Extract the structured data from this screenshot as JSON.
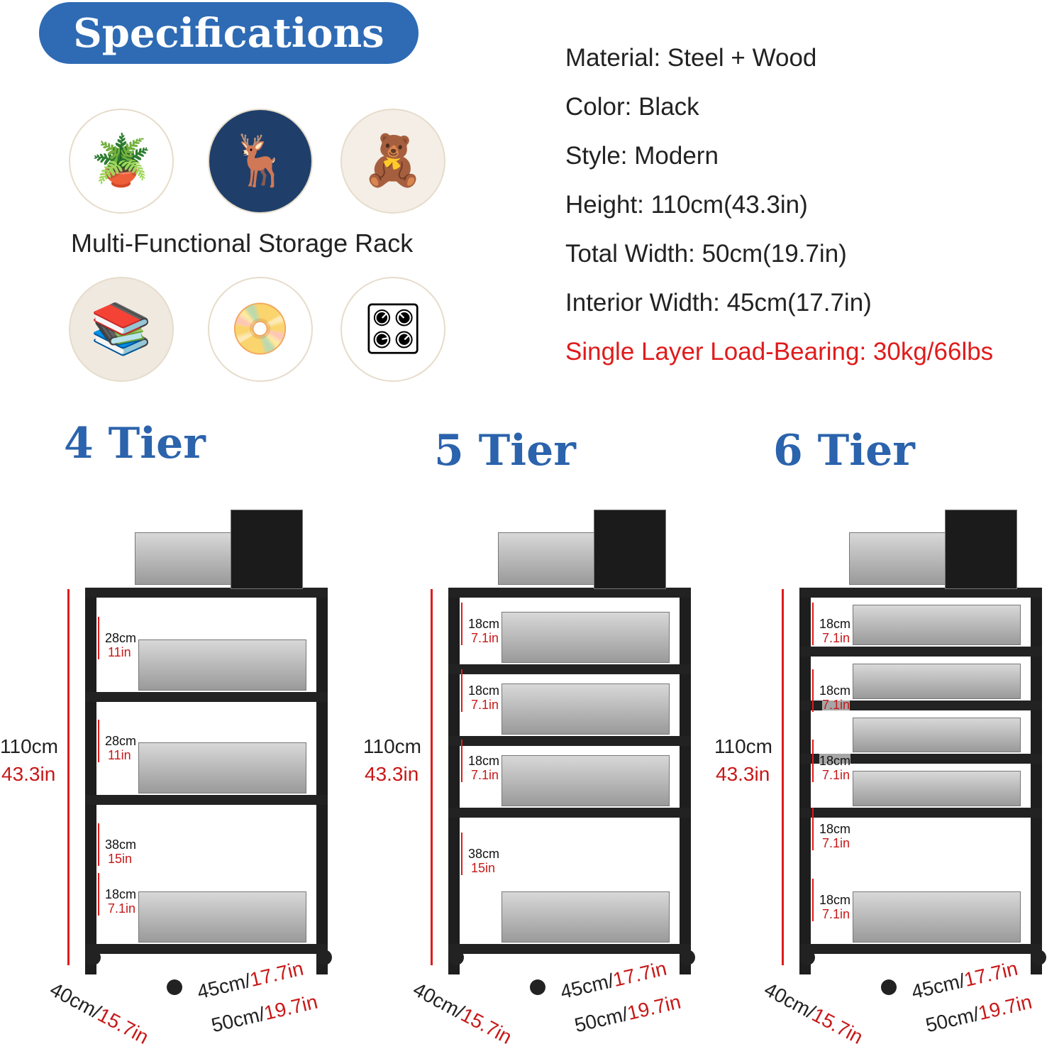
{
  "header": {
    "title": "Specifications"
  },
  "uses": {
    "caption": "Multi-Functional Storage Rack",
    "icons": [
      "plant-icon",
      "ornament-icon",
      "teddy-bear-icon",
      "books-icon",
      "cd-player-icon",
      "amplifier-icon"
    ]
  },
  "specs": [
    {
      "text": "Material: Steel + Wood"
    },
    {
      "text": "Color: Black"
    },
    {
      "text": "Style: Modern"
    },
    {
      "text": "Height: 110cm(43.3in)"
    },
    {
      "text": "Total Width: 50cm(19.7in)"
    },
    {
      "text": "Interior Width: 45cm(17.7in)"
    },
    {
      "text": "Single Layer Load-Bearing: 30kg/66lbs",
      "color": "#e01b1b"
    }
  ],
  "colors": {
    "brand_blue": "#2e6bb4",
    "highlight_red": "#e01b1b"
  },
  "racks": [
    {
      "title": "4 Tier",
      "height_cm": "110cm",
      "height_in": "43.3in",
      "depth_cm": "40cm/",
      "depth_in": "15.7in",
      "inner_cm": "45cm/",
      "inner_in": "17.7in",
      "total_cm": "50cm/",
      "total_in": "19.7in",
      "gaps": [
        {
          "cm": "28cm",
          "in": "11in"
        },
        {
          "cm": "28cm",
          "in": "11in"
        },
        {
          "cm": "38cm",
          "in": "15in"
        },
        {
          "cm": "18cm",
          "in": "7.1in"
        }
      ]
    },
    {
      "title": "5 Tier",
      "height_cm": "110cm",
      "height_in": "43.3in",
      "depth_cm": "40cm/",
      "depth_in": "15.7in",
      "inner_cm": "45cm/",
      "inner_in": "17.7in",
      "total_cm": "50cm/",
      "total_in": "19.7in",
      "gaps": [
        {
          "cm": "18cm",
          "in": "7.1in"
        },
        {
          "cm": "18cm",
          "in": "7.1in"
        },
        {
          "cm": "18cm",
          "in": "7.1in"
        },
        {
          "cm": "38cm",
          "in": "15in"
        }
      ]
    },
    {
      "title": "6 Tier",
      "height_cm": "110cm",
      "height_in": "43.3in",
      "depth_cm": "40cm/",
      "depth_in": "15.7in",
      "inner_cm": "45cm/",
      "inner_in": "17.7in",
      "total_cm": "50cm/",
      "total_in": "19.7in",
      "gaps": [
        {
          "cm": "18cm",
          "in": "7.1in"
        },
        {
          "cm": "18cm",
          "in": "7.1in"
        },
        {
          "cm": "18cm",
          "in": "7.1in"
        },
        {
          "cm": "18cm",
          "in": "7.1in"
        },
        {
          "cm": "18cm",
          "in": "7.1in"
        }
      ]
    }
  ]
}
